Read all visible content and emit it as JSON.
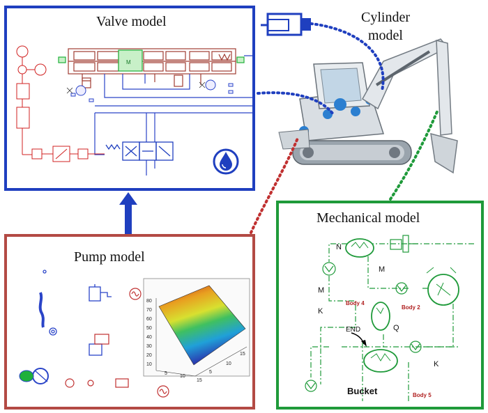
{
  "valve": {
    "title": "Valve model",
    "accent": "#1f3fbf",
    "schematic": "#a03c32",
    "signal": "#d02020",
    "lines": "#2a44c8"
  },
  "cylinder": {
    "title_line1": "Cylinder",
    "title_line2": "model"
  },
  "pump": {
    "title": "Pump model",
    "accent": "#b34a44",
    "surface": {
      "z_ticks": [
        "80",
        "70",
        "60",
        "50",
        "40",
        "30",
        "20",
        "10"
      ],
      "x_ticks": [
        "5",
        "10",
        "15"
      ],
      "y_ticks": [
        "5",
        "10",
        "15"
      ]
    }
  },
  "mechanical": {
    "title": "Mechanical model",
    "accent": "#1f9a3a",
    "labels": {
      "n": "N",
      "m1": "M",
      "m2": "M",
      "k1": "K",
      "q": "Q",
      "k2": "K",
      "end": "END",
      "bucket": "Bucket"
    },
    "bodies": {
      "body4": "Body 4",
      "body2": "Body 2",
      "body5": "Body 5"
    }
  },
  "connectors": {
    "valve_cylinder": "#1f3fbf",
    "pump_excavator": "#c03030",
    "mech_excavator": "#1f9a3a"
  },
  "icons": {
    "drop": "water-drop-icon",
    "excavator": "excavator-image",
    "arrow": "up-arrow-icon"
  }
}
